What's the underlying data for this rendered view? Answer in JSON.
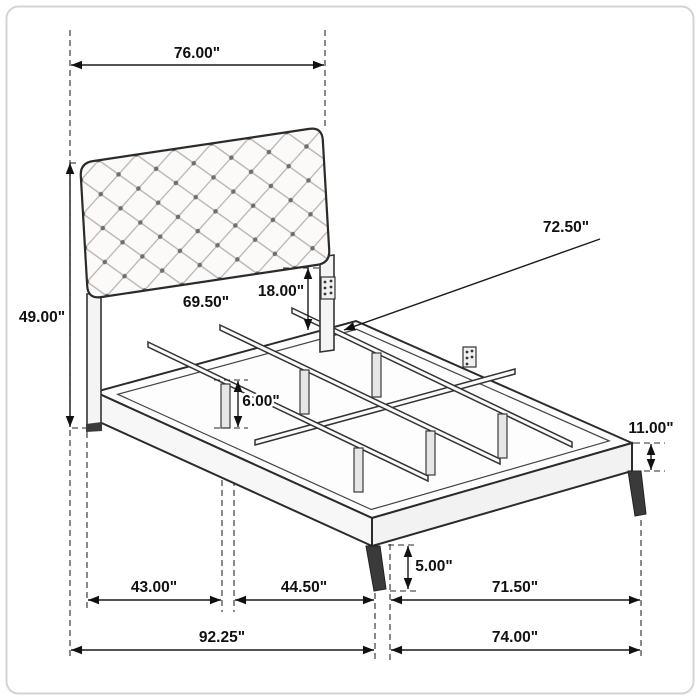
{
  "colors": {
    "line": "#1a1a1a",
    "border": "#d9d9d9",
    "background": "#ffffff"
  },
  "diagram": {
    "labels": {
      "overall_width": "76.00\"",
      "headboard_height": "49.00\"",
      "headboard_width": "69.50\"",
      "headboard_panel_height": "18.00\"",
      "slat_rail_length": "72.50\"",
      "center_leg_height": "6.00\"",
      "side_rail_height": "11.00\"",
      "foot_leg_height": "5.00\"",
      "span_left": "43.00\"",
      "span_middle": "44.50\"",
      "span_right": "71.50\"",
      "overall_length": "92.25\"",
      "frame_length": "74.00\""
    }
  }
}
